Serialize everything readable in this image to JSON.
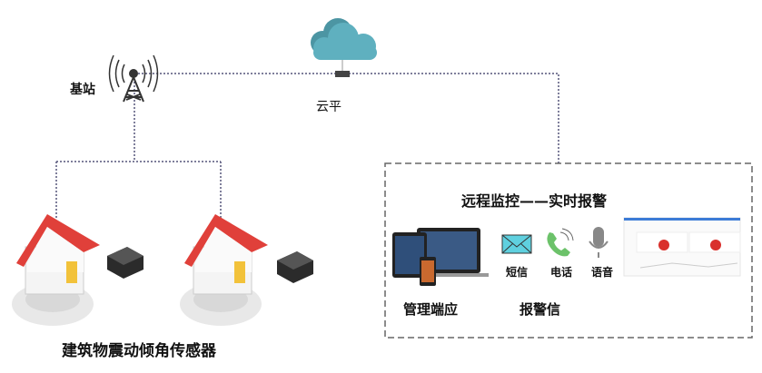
{
  "base_station": {
    "label": "基站"
  },
  "cloud": {
    "label": "云平"
  },
  "sensors": {
    "label": "建筑物震动倾角传感器"
  },
  "remote": {
    "title": "远程监控——实时报警",
    "alerts": [
      {
        "label": "短信",
        "icon": "envelope-icon"
      },
      {
        "label": "电话",
        "icon": "phone-icon"
      },
      {
        "label": "语音",
        "icon": "microphone-icon"
      }
    ],
    "management_label": "管理端应",
    "alert_info_label": "报警信"
  },
  "colors": {
    "roof": "#e0403a",
    "cloud": "#5aa9b9",
    "line": "#55557a"
  }
}
